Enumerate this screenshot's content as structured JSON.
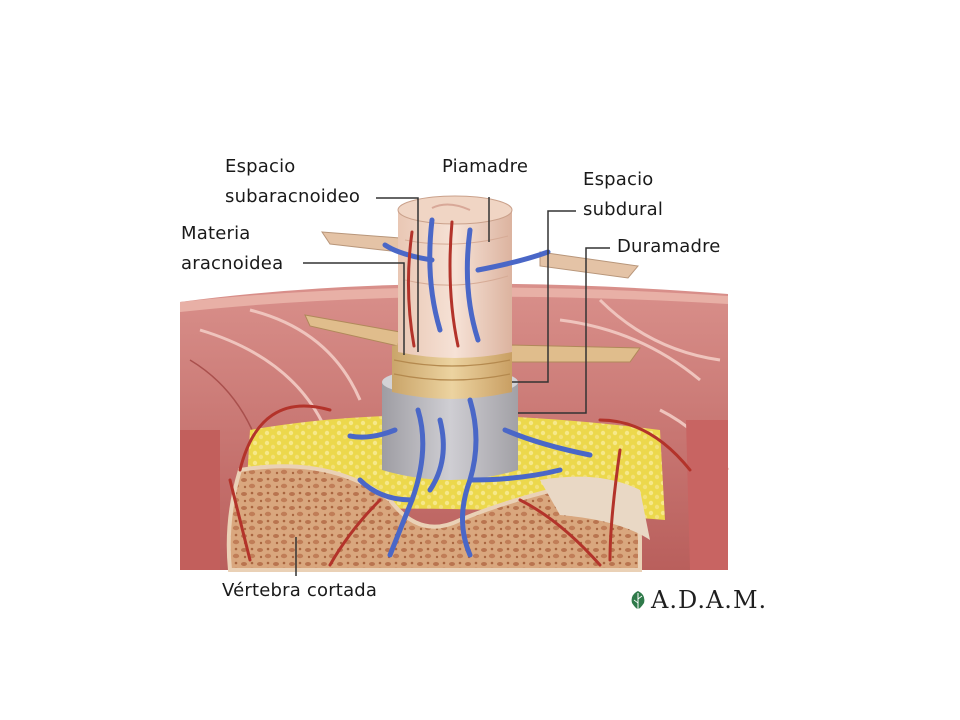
{
  "labels": {
    "espacio_subaracnoideo": "Espacio\nsubaracnoideo",
    "piamadre": "Piamadre",
    "espacio_subdural": "Espacio\nsubdural",
    "materia_aracnoidea": "Materia\naracnoidea",
    "duramadre": "Duramadre",
    "vertebra_cortada": "Vértebra cortada"
  },
  "logo": {
    "text": "A.D.A.M.",
    "icon": "leaf-icon",
    "color": "#2f7a4a"
  },
  "colors": {
    "muscle": "#c9716f",
    "muscle_light": "#e3a6a0",
    "fat": "#ecd94a",
    "bone": "#d8a67c",
    "dura": "#b8b7bb",
    "arachnoid": "#dcbf86",
    "cord": "#f1d6c6",
    "vein": "#4a67c7",
    "artery": "#b3332a"
  }
}
